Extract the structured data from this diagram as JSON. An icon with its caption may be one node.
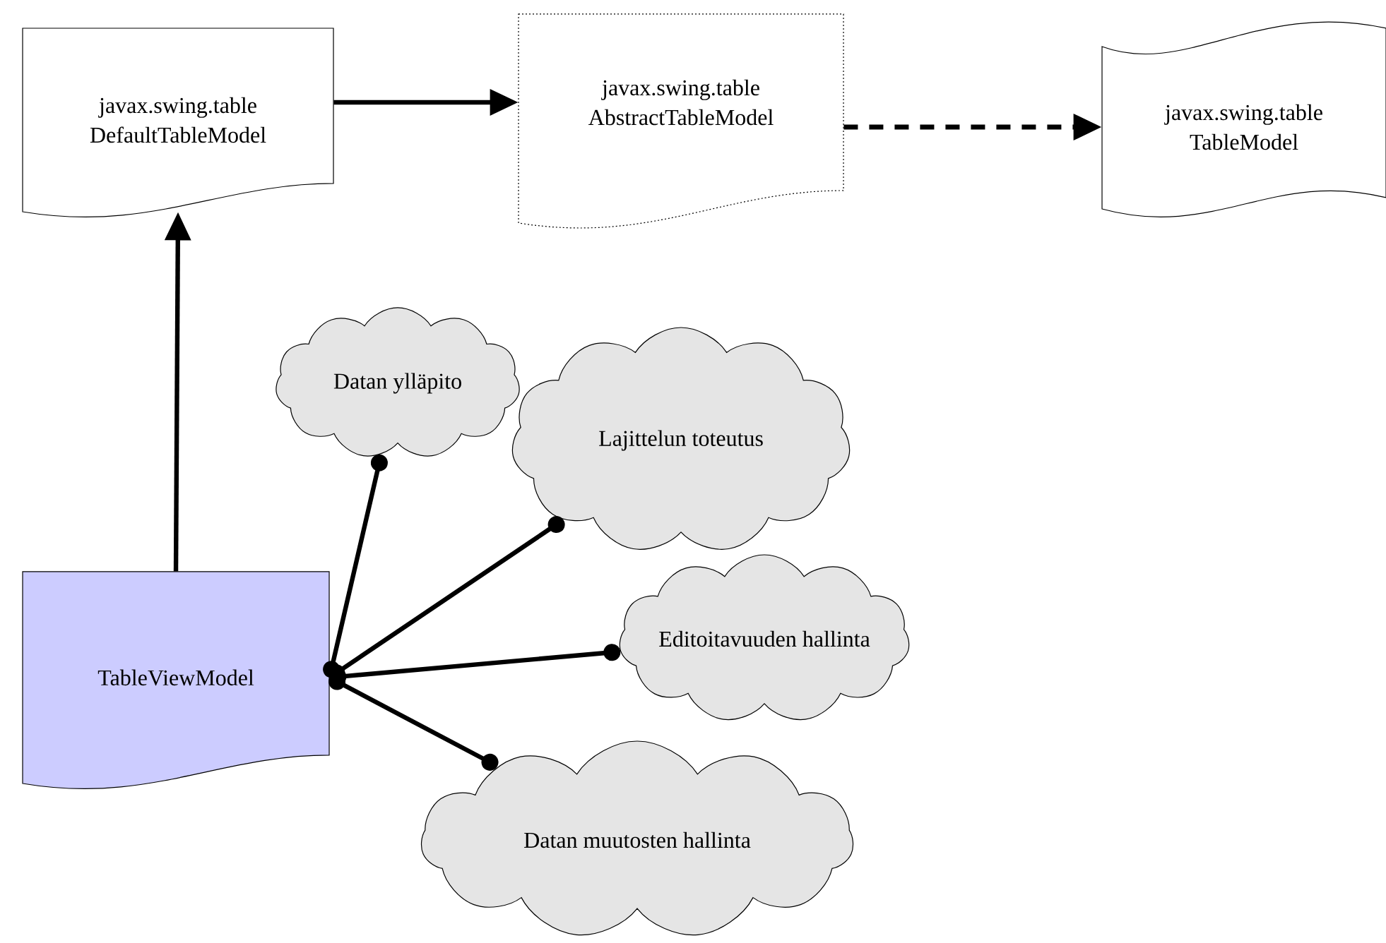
{
  "diagram": {
    "nodes": [
      {
        "text": [
          "javax.swing.table DefaultTableModel"
        ]
      },
      {
        "text": [
          "javax.swing.table AbstractTableModel"
        ]
      },
      {
        "text": [
          "javax.swing.table TableModel"
        ]
      },
      {
        "text": [
          "TableViewModel"
        ]
      },
      {
        "text": [
          "Datan ylläpito"
        ]
      },
      {
        "text": [
          "Lajittelun toteutus"
        ]
      },
      {
        "text": [
          "Editoitavuuden hallinta"
        ]
      },
      {
        "text": [
          "Datan muutosten hallinta"
        ]
      }
    ],
    "edges": [
      {
        "from": 0,
        "to": 1,
        "arrow": "to"
      },
      {
        "from": 1,
        "to": 2,
        "arrow": "to",
        "style": "dashed"
      },
      {
        "from": 3,
        "to": 0,
        "arrow": "to"
      },
      {
        "from": 3,
        "to": 4,
        "arrow": "other"
      },
      {
        "from": 3,
        "to": 5,
        "arrow": "other"
      },
      {
        "from": 3,
        "to": 6,
        "arrow": "other"
      },
      {
        "from": 3,
        "to": 7,
        "arrow": "other"
      }
    ]
  }
}
